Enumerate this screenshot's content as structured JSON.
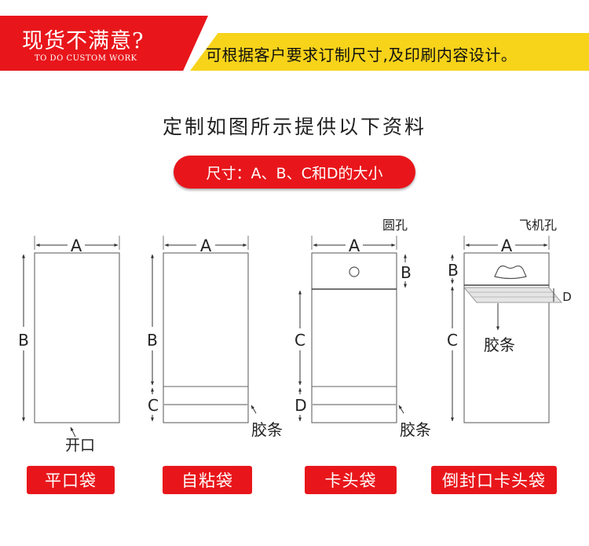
{
  "banner": {
    "title": "现货不满意?",
    "subtitle": "TO DO CUSTOM WORK",
    "text": "可根据客户要求订制尺寸,及印刷内容设计。"
  },
  "heading": "定制如图所示提供以下资料",
  "pill": "尺寸：A、B、C和D的大小",
  "colors": {
    "accent_red": "#e8161b",
    "accent_yellow": "#f7d31a"
  },
  "diagrams": {
    "flat": {
      "a": "A",
      "b": "B",
      "opening": "开口",
      "caption": "平口袋"
    },
    "adhesive": {
      "a": "A",
      "b": "B",
      "c": "C",
      "glue": "胶条",
      "caption": "自粘袋"
    },
    "header": {
      "hole": "圆孔",
      "a": "A",
      "b": "B",
      "c": "C",
      "d": "D",
      "glue": "胶条",
      "caption": "卡头袋"
    },
    "reverse": {
      "hole": "飞机孔",
      "a": "A",
      "b": "B",
      "c": "C",
      "d": "D",
      "glue": "胶条",
      "caption": "倒封口卡头袋"
    }
  }
}
